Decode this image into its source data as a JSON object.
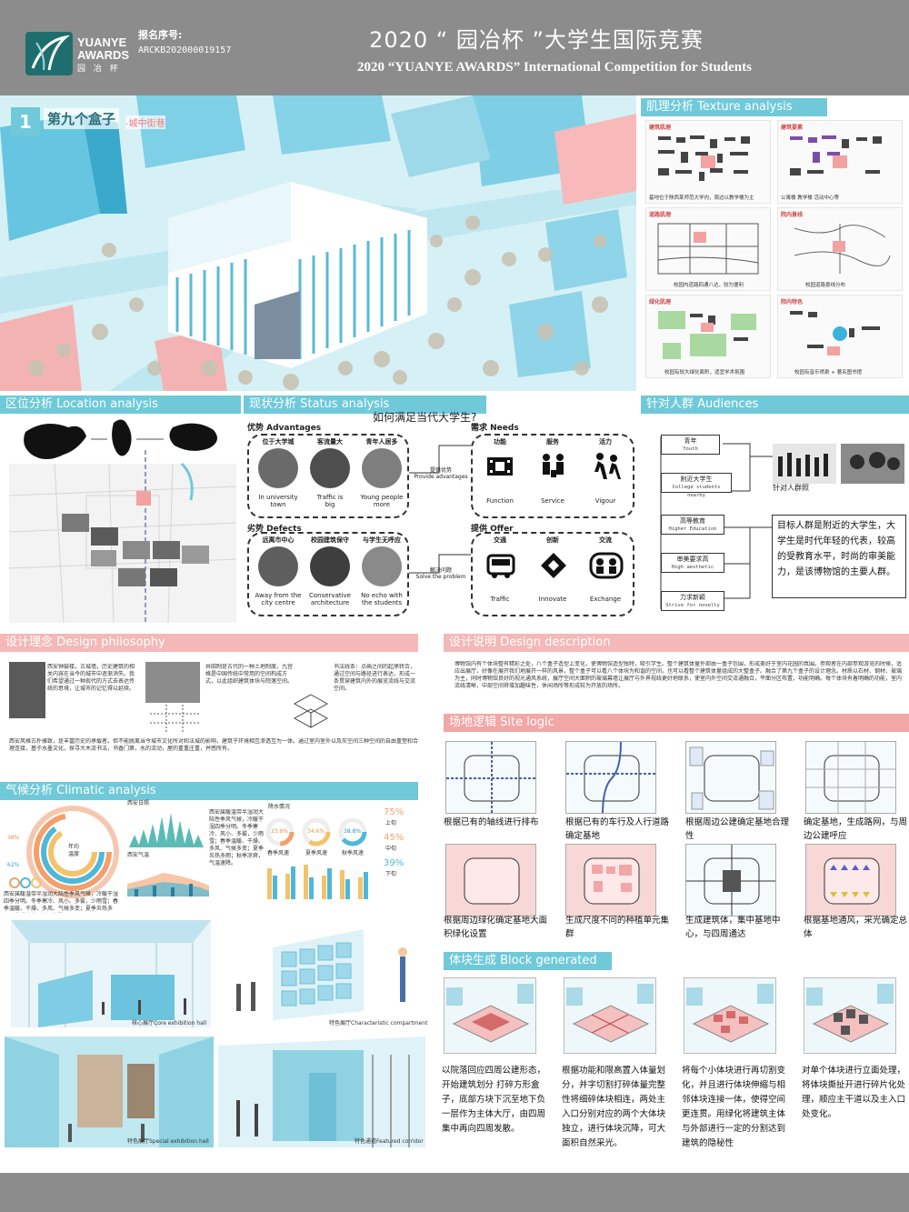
{
  "header": {
    "brand_en": "YUANYE\nAWARDS",
    "brand_cn": "园 冶 杯",
    "reg_label": "报名序号:",
    "reg_no": "ARCKB202000019157",
    "title_cn": "2020 “ 园冶杯 ”大学生国际竞赛",
    "title_en": "2020 “YUANYE AWARDS” International Competition for  Students",
    "bg_color": "#8c8c8c"
  },
  "hero": {
    "badge_num": "1",
    "badge_title": "第九个盒子",
    "badge_sub": "-城中街巷"
  },
  "sections": {
    "texture": "肌理分析 Texture analysis",
    "location": "区位分析 Location analysis",
    "status": "现状分析 Status analysis",
    "audiences": "针对人群 Audiences",
    "philosophy": "设计理念 Design philosophy",
    "description": "设计说明 Design description",
    "site_logic": "场地逻辑 Site logic",
    "climatic": "气候分析 Climatic analysis",
    "block": "体块生成 Block generated"
  },
  "texture": {
    "cells": [
      {
        "label": "建筑肌理",
        "caption": "基地位于陕西某师范大学内，周边以教学楼为主"
      },
      {
        "label": "建筑要素",
        "caption": "公寓楼    教学楼    活动中心等"
      },
      {
        "label": "道路肌理",
        "caption": "校园内道路四通八达，较为便利"
      },
      {
        "label": "院内景线",
        "caption": "校园道路景线分布"
      },
      {
        "label": "绿化肌理",
        "caption": "校园有较大绿化面积，适宜学术氛围"
      },
      {
        "label": "院内特色",
        "caption": "校园有音乐喷泉 + 著名图书馆"
      }
    ]
  },
  "status": {
    "question": "如何满足当代大学生?",
    "advantages_title": "优势 Advantages",
    "advantages": [
      {
        "head": "位于大学城",
        "cap": "In university\ntown"
      },
      {
        "head": "客流量大",
        "cap": "Traffic is\nbig"
      },
      {
        "head": "青年人居多",
        "cap": "Young people\nmore"
      }
    ],
    "defects_title": "劣势 Defects",
    "defects": [
      {
        "head": "远离市中心",
        "cap": "Away from the\ncity centre"
      },
      {
        "head": "校园建筑保守",
        "cap": "Conservative\narchitecture"
      },
      {
        "head": "与学生无呼应",
        "cap": "No echo with\nthe students"
      }
    ],
    "provide_adv": "提供优势\nProvide advantages",
    "solve": "解决问题\nSolve the problem",
    "needs_title": "需求 Needs",
    "needs": [
      {
        "head": "功能",
        "cap": "Function"
      },
      {
        "head": "服务",
        "cap": "Service"
      },
      {
        "head": "活力",
        "cap": "Vigour"
      }
    ],
    "offer_title": "提供 Offer",
    "offer": [
      {
        "head": "交通",
        "cap": "Traffic"
      },
      {
        "head": "创新",
        "cap": "Innovate"
      },
      {
        "head": "交流",
        "cap": "Exchange"
      }
    ]
  },
  "audiences": {
    "boxes": [
      {
        "cn": "青年",
        "en": "Youth"
      },
      {
        "cn": "附近大学生",
        "en": "College students nearby"
      },
      {
        "cn": "高等教育",
        "en": "Higher Education"
      },
      {
        "cn": "审美要求高",
        "en": "High aesthetic"
      },
      {
        "cn": "力求新颖",
        "en": "Strive for novelty"
      }
    ],
    "photo_caption": "针对人群照",
    "summary": "目标人群是附近的大学生，大学生是时代年轻的代表，较高的受教育水平，时尚的审美能力，是该博物馆的主要人群。"
  },
  "philosophy": {
    "col1": "西安钟鼓楼，古城墙，历史建筑的相关内容在当今的城市中逐渐消失。我们希望通过一种现代的方式去表达传统的意境，让城市的记忆得以延续。",
    "col2": "井田制是古代的一种土地制度，九宫格是中国传统中常用的空间构成方式，以此组织建筑体块与院落空间。",
    "col3": "书法线条：点画之间的起承转合，通过空间与路径进行表达，形成一条贯穿建筑内外的展览流线与交流空间。",
    "bottom": "西安风格古朴雅致，是丰富历史的承载者。但不能脱离当今城市文化所对和法城的影响，建筑于环境相互渗透互为一体。通过室内室外以及灰空间三种空间的自由重塑和合理连接，基于水墨文化，探寻大木流书法，书香门第，水的流动，屋的重重庄重，并感所有。"
  },
  "description": {
    "text": "博物馆内有个体块整有精彩之处，八个盒子造型上变化，使博物馆造型独特，吸引学生。整个建筑体量外部由一盒子包围，形成美好于室内花园的氛围。参观者在内部参观游览的时候，适应出展厅，好像在展开我们地展开一样的风景，整个盒子可以看八个体块为和谐的空间，也可以看整个建筑体量组成的大整盒子。融合了第九个盒子的设计理念。材质以石材、钢材、玻璃为主，同时博物馆良好的视光通风系统，展厅空间大面积的玻璃幕墙让展厅与外界视线更好地联系，使室内外空间交流通融合，平面分区布置，功能明确。每个体块有着明确的功能，室内流线清晰，中部空间将增加趣味性，休闲场所等形成较为开放的场所。"
  },
  "site_logic": {
    "captions": [
      "根据已有的轴线进行排布",
      "根据已有的车行及人行道路确定基地",
      "根据周边公建确定基地合理性",
      "确定基地，生成路网，与周边公建呼应",
      "根据周边绿化确定基地大面积绿化设置",
      "生成尺度不同的种植单元集群",
      "生成建筑体，集中基地中心，与四周通达",
      "根据基地通风，采光确定总体"
    ]
  },
  "climatic": {
    "rings_center": "年均\n温度",
    "pct_left_1": "62%",
    "pct_left_2": "38%",
    "chart2_title": "西安日照",
    "chart3_title": "西安气温",
    "chart4_title": "降水情况",
    "donut_labels": [
      "23.9%",
      "34.6%",
      "38.8%"
    ],
    "donut_subs": [
      "春季风速",
      "夏季风速",
      "秋季风速"
    ],
    "right_pcts": [
      "75%",
      "45%",
      "39%"
    ],
    "right_subs": [
      "上旬",
      "中旬",
      "下旬"
    ],
    "note": "西安属暖温带半湿润大陆性季风气候，冷暖干湿四季分明。冬季寒冷、风小、多雾，少雨雪；春季温暖、干燥、多风、气候多变；夏季炎热多雨；秋季凉爽，气温速降。",
    "caption_core": "核心展厅Core exhibition hall",
    "caption_char": "特色展厅Characteristic compartment",
    "caption_special": "特色展厅Special exhibition hall",
    "caption_corridor": "特色通道Featured corridor"
  },
  "block": {
    "texts": [
      "以院落回应四周公建形态，开始建筑划分 打碎方形盒子，底部方块下沉至地下负一层作为主体大厅，由四周集中再向四周发散。",
      "根据功能和限高置入体量划分，并字切割打碎体量完整性将细碎体块相连，两处主入口分别对应的两个大体块独立，进行体块沉降，可大面积自然采光。",
      "将每个小体块进行再切割变化，并且进行体块伸缩与相邻体块连接一体，使得空间更连贯。用绿化将建筑主体与外部进行一定的分割达到建筑的隐秘性",
      "对单个体块进行立面处理，将体块撕扯开进行碎片化处理，顺应主干道以及主入口处变化。"
    ]
  },
  "colors": {
    "accent_blue": "#6fc9d9",
    "accent_pink": "#f4b8b8",
    "building_blue": "#5fc4e0",
    "ground_blue": "#cfeff5"
  }
}
